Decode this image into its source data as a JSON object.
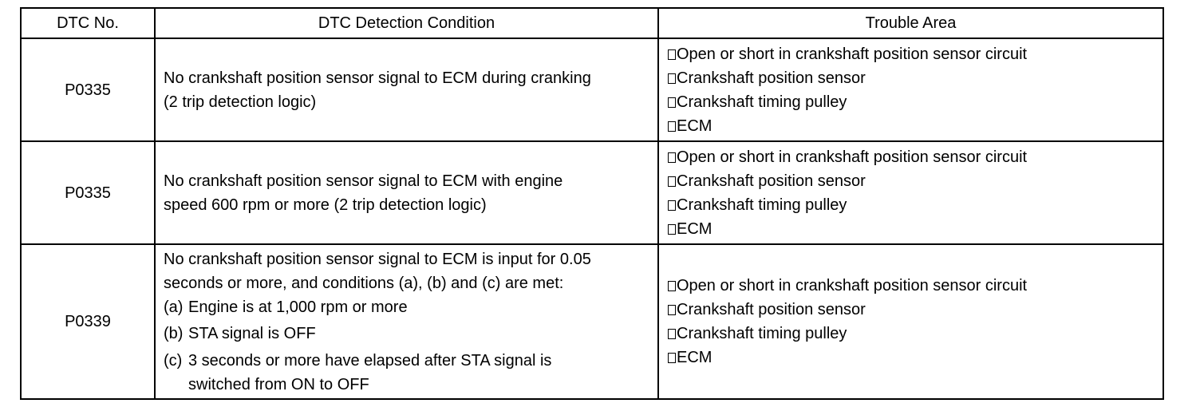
{
  "table": {
    "headers": {
      "col1": "DTC No.",
      "col2": "DTC Detection Condition",
      "col3": "Trouble Area"
    },
    "rows": [
      {
        "code": "P0335",
        "condition_lines": [
          "No crankshaft position sensor signal to ECM during cranking",
          "(2 trip detection logic)"
        ],
        "areas": [
          "Open or short in crankshaft position sensor circuit",
          "Crankshaft position sensor",
          "Crankshaft timing pulley",
          "ECM"
        ]
      },
      {
        "code": "P0335",
        "condition_lines": [
          "No crankshaft position sensor signal to ECM with engine",
          "speed 600 rpm or more (2 trip detection logic)"
        ],
        "areas": [
          "Open or short in crankshaft position sensor circuit",
          "Crankshaft position sensor",
          "Crankshaft timing pulley",
          "ECM"
        ]
      },
      {
        "code": "P0339",
        "condition_lines": [
          "No crankshaft position sensor signal to ECM is input for 0.05",
          "seconds or more, and conditions (a), (b) and (c) are met:"
        ],
        "sub_conditions": [
          {
            "tag": "(a)",
            "text": "Engine is at 1,000 rpm or more"
          },
          {
            "tag": "(b)",
            "text": "STA signal is OFF"
          },
          {
            "tag": "(c)",
            "text": "3 seconds or more have elapsed after STA signal is switched from ON to OFF"
          }
        ],
        "areas": [
          "Open or short in crankshaft position sensor circuit",
          "Crankshaft position sensor",
          "Crankshaft timing pulley",
          "ECM"
        ]
      }
    ]
  }
}
